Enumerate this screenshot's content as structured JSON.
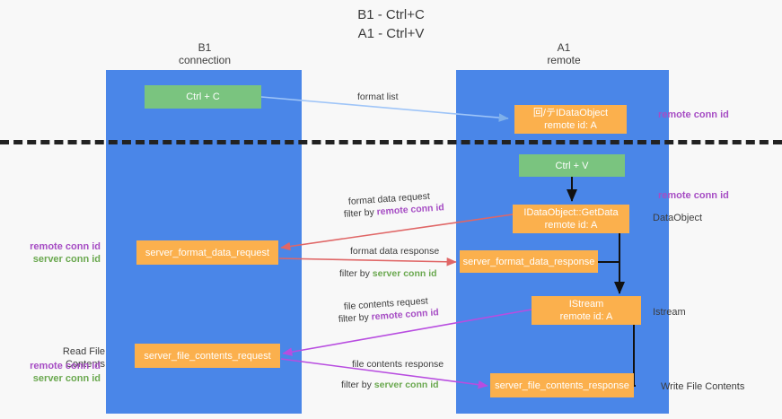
{
  "title": {
    "line1": "B1 - Ctrl+C",
    "line2": "A1 - Ctrl+V"
  },
  "columns": [
    {
      "name": "B1",
      "subtitle": "connection"
    },
    {
      "name": "A1",
      "subtitle": "remote"
    }
  ],
  "nodes": {
    "ctrl_c": {
      "label": "Ctrl + C",
      "color": "#7ac47f"
    },
    "idataobject": {
      "line1": "回/テIDataObject",
      "line2": "remote id: A",
      "color": "#fbb04d"
    },
    "ctrl_v": {
      "label": "Ctrl + V",
      "color": "#7ac47f"
    },
    "getdata": {
      "line1": "IDataObject::GetData",
      "line2": "remote id: A",
      "color": "#fbb04d"
    },
    "server_format_data_request": {
      "label": "server_format_data_request",
      "color": "#fbb04d"
    },
    "server_format_data_response": {
      "label": "server_format_data_response",
      "color": "#fbb04d"
    },
    "istream": {
      "line1": "IStream",
      "line2": "remote id: A",
      "color": "#fbb04d"
    },
    "server_file_contents_request": {
      "label": "server_file_contents_request",
      "color": "#fbb04d"
    },
    "server_file_contents_response": {
      "label": "server_file_contents_response",
      "color": "#fbb04d"
    }
  },
  "edge_labels": {
    "format_list": "format list",
    "format_data_request": "format data request",
    "format_data_request_filter_prefix": "filter by ",
    "format_data_request_filter_key": "remote conn id",
    "format_data_response": "format data response",
    "format_data_response_filter_prefix": "filter by ",
    "format_data_response_filter_key": "server conn id",
    "file_contents_request": "file contents request",
    "file_contents_request_filter_prefix": "filter by ",
    "file_contents_request_filter_key": "remote conn id",
    "file_contents_response": "file contents response",
    "file_contents_response_filter_prefix": "filter by ",
    "file_contents_response_filter_key": "server conn id"
  },
  "right_labels": {
    "remote_conn_id_top": "remote conn id",
    "remote_conn_id_mid": "remote conn id",
    "dataobject": "DataObject",
    "istream": "Istream",
    "write_file_contents": "Write File Contents"
  },
  "left_labels": {
    "remote_conn_id_1": "remote conn id",
    "server_conn_id_1": "server conn id",
    "read_file_contents": "Read File Contents",
    "remote_conn_id_2": "remote conn id",
    "server_conn_id_2": "server conn id"
  },
  "colors": {
    "lane": "#4a86e8",
    "green_node": "#7ac47f",
    "orange_node": "#fbb04d",
    "purple_key": "#a64dc4",
    "green_key": "#6aa84f",
    "format_list_arrow": "#9fc5f8",
    "format_data_arrow": "#e06666",
    "file_contents_arrow": "#b84de0",
    "flow_arrow": "#000000",
    "divider": "#222222",
    "background": "#f8f8f8"
  }
}
